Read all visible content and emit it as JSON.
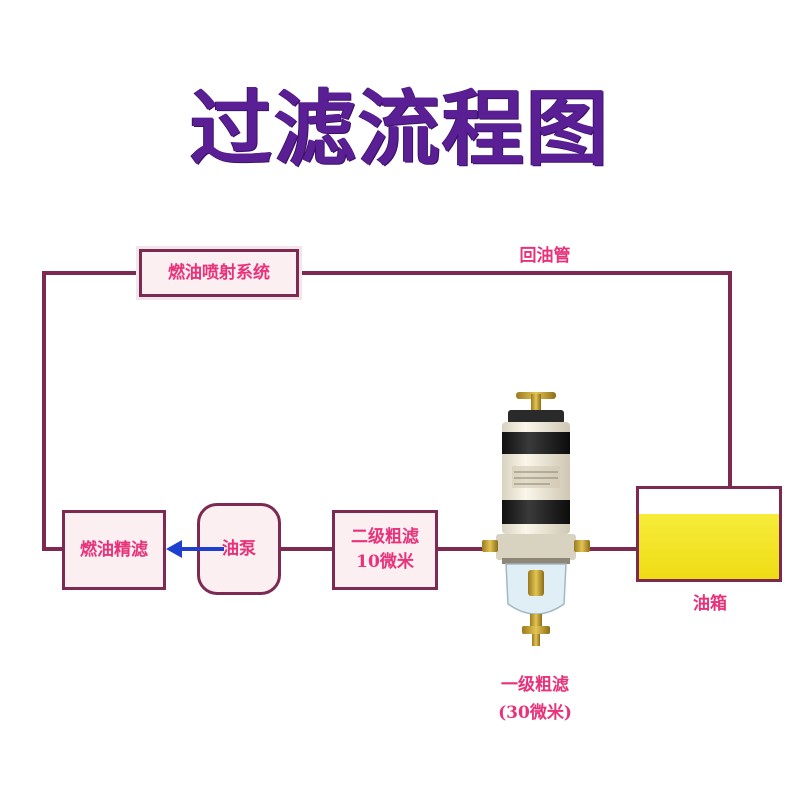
{
  "title": "过滤流程图",
  "nodes": {
    "fuel_injection": "燃油喷射系统",
    "return_pipe": "回油管",
    "fine_filter": "燃油精滤",
    "pump": "油泵",
    "secondary_filter": {
      "line1": "二级粗滤",
      "line2": "10微米"
    },
    "primary_filter": {
      "line1": "一级粗滤",
      "line2": "(30微米)"
    },
    "tank": "油箱"
  },
  "tank_level": 0.72,
  "colors": {
    "title": "#5a1f95",
    "pipe": "#7d2952",
    "text": "#e8327a",
    "box_fill": "#fbeff2",
    "fuel": "#f2e21d",
    "arrow": "#1f3fd0"
  }
}
